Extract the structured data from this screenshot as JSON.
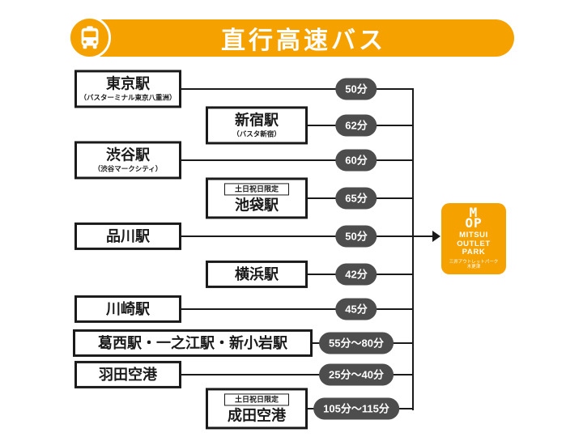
{
  "colors": {
    "accent_orange": "#F5A200",
    "time_badge_bg": "#4D4D4D",
    "line_black": "#1A1A1A"
  },
  "header": {
    "title": "直行高速バス",
    "icon": "bus-icon"
  },
  "rows": [
    {
      "station": "東京駅",
      "note": "（バスターミナル東京八重洲）",
      "time": "50分",
      "column": "left"
    },
    {
      "station": "新宿駅",
      "note": "（バスタ新宿）",
      "time": "62分",
      "column": "right"
    },
    {
      "station": "渋谷駅",
      "note": "（渋谷マークシティ）",
      "time": "60分",
      "column": "left"
    },
    {
      "station": "池袋駅",
      "limited": "土日祝日限定",
      "time": "65分",
      "column": "right"
    },
    {
      "station": "品川駅",
      "time": "50分",
      "column": "left",
      "arrow_to_destination": true
    },
    {
      "station": "横浜駅",
      "time": "42分",
      "column": "right"
    },
    {
      "station": "川崎駅",
      "time": "45分",
      "column": "left"
    },
    {
      "station": "葛西駅・一之江駅・新小岩駅",
      "time": "55分〜80分",
      "column": "wide"
    },
    {
      "station": "羽田空港",
      "time": "25分〜40分",
      "column": "left"
    },
    {
      "station": "成田空港",
      "limited": "土日祝日限定",
      "time": "105分〜115分",
      "column": "right"
    }
  ],
  "destination": {
    "monogram_lines": [
      "M",
      "OP"
    ],
    "brand_lines": [
      "MITSUI",
      "OUTLET",
      "PARK"
    ],
    "sub_lines": [
      "三井アウトレットパーク",
      "木更津"
    ]
  }
}
